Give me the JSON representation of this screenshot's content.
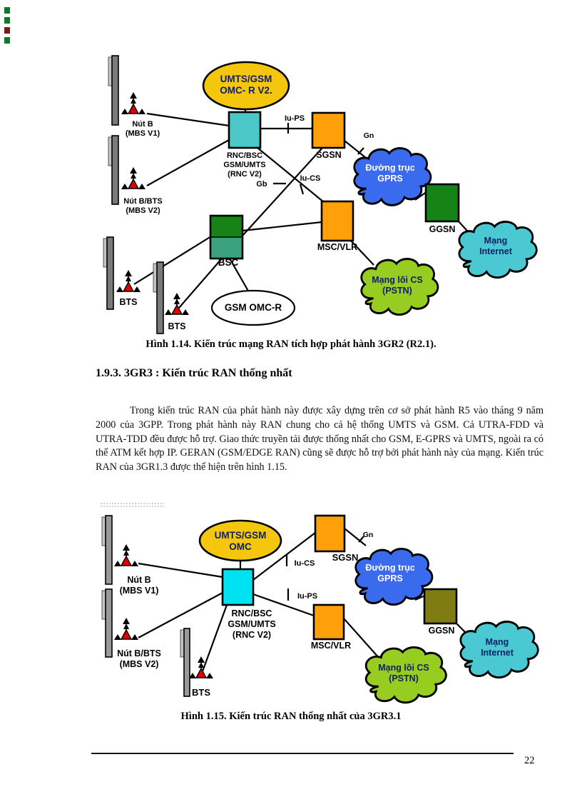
{
  "page": {
    "number": "22"
  },
  "section": {
    "heading": "1.9.3. 3GR3 : Kiến trúc RAN thống nhất",
    "body": "Trong kiến trúc RAN của phát hành này được xây dựng trên cơ sở phát hành R5 vào tháng 9 năm 2000 của 3GPP. Trong phát hành này RAN chung cho cả hệ thống UMTS và GSM. Cả UTRA-FDD và UTRA-TDD đều được hỗ trợ. Giao thức truyền tải được thống nhất cho GSM, E-GPRS và UMTS, ngoài ra có thể ATM kết hợp IP. GERAN (GSM/EDGE RAN) cũng sẽ được hỗ trợ bởi phát hành này của mạng. Kiến trúc RAN của 3GR1.3 được thể hiện trên hình 1.15."
  },
  "fig1": {
    "caption": "Hình 1.14. Kiến trúc mạng RAN tích hợp phát hành 3GR2 (R2.1).",
    "omc_ellipse": "UMTS/GSM\nOMC- R V2.",
    "rnc": "RNC/BSC\nGSM/UMTS\n(RNC V2)",
    "sgsn": "SGSN",
    "msc": "MSC/VLR",
    "bsc": "BSC",
    "ggsn": "GGSN",
    "gsm_omc": "GSM OMC-R",
    "gprs_cloud": "Đường trục\nGPRS",
    "internet_cloud": "Mạng\nInternet",
    "cs_cloud": "Mạng lõi CS\n(PSTN)",
    "nodeb1": "Nút B\n(MBS V1)",
    "nodeb2": "Nút B/BTS\n(MBS V2)",
    "bts_a": "BTS",
    "bts_b": "BTS",
    "iu_ps": "Iu-PS",
    "iu_cs": "Iu-CS",
    "gb": "Gb",
    "gn": "Gn"
  },
  "fig2": {
    "caption": "Hình 1.15. Kiến trúc RAN thống nhất của 3GR3.1",
    "omc_ellipse": "UMTS/GSM\nOMC",
    "rnc": "RNC/BSC\nGSM/UMTS\n(RNC V2)",
    "sgsn": "SGSN",
    "msc": "MSC/VLR",
    "ggsn": "GGSN",
    "gprs_cloud": "Đường trục\nGPRS",
    "internet_cloud": "Mạng\nInternet",
    "cs_cloud": "Mạng lõi CS\n(PSTN)",
    "nodeb1": "Nút B\n(MBS V1)",
    "nodeb2": "Nút B/BTS\n(MBS V2)",
    "bts": "BTS",
    "iu_cs": "Iu-CS",
    "iu_ps": "Iu-PS",
    "gn": "Gn"
  },
  "colors": {
    "gold": "#F5C60E",
    "rnc_fig1_teal": "#4BC7C7",
    "rnc_fig2_cyan": "#00E1F2",
    "orange": "#FFA00A",
    "green": "#168316",
    "bsc_lower_seagreen": "#3BA17E",
    "ggsn_fig2_olive": "#7F7D12",
    "gprs_blue": "#3A6AEE",
    "internet_teal": "#4AC9D3",
    "cs_lime": "#97CC20",
    "navy_text": "#0d1f66"
  }
}
